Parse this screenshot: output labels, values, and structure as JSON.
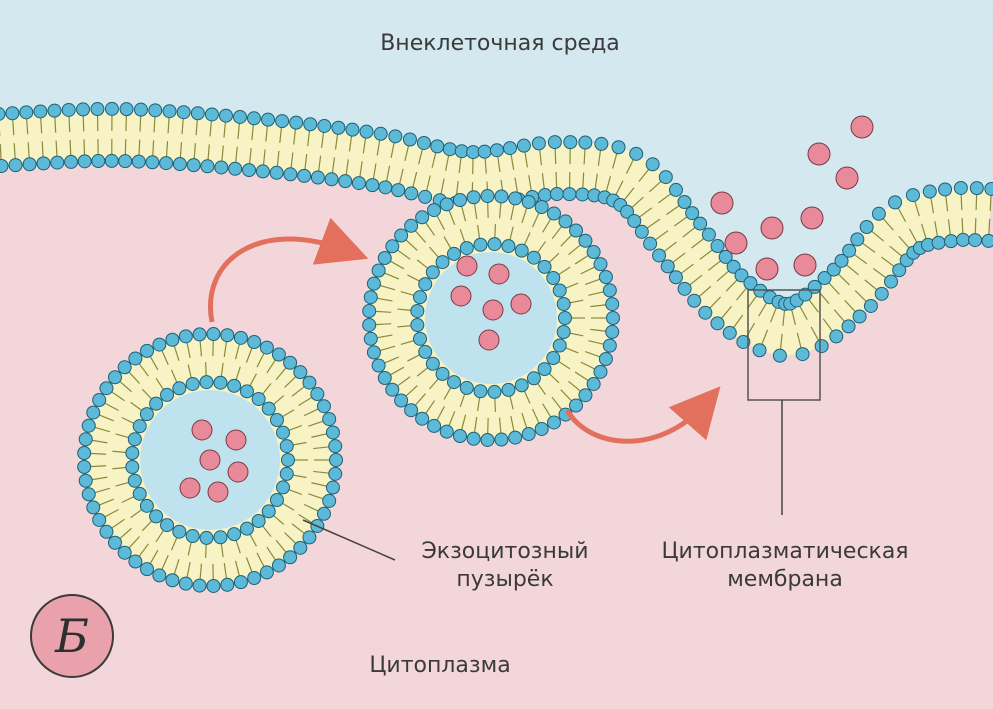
{
  "labels": {
    "extracellular": "Внеклеточная среда",
    "cytoplasm": "Цитоплазма",
    "vesicle_line1": "Экзоцитозный",
    "vesicle_line2": "пузырёк",
    "membrane_line1": "Цитоплазматическая",
    "membrane_line2": "мембрана"
  },
  "badge": "Б",
  "colors": {
    "extracellular": "#d3e8ef",
    "cytoplasm": "#f3d6d9",
    "lipid_head": "#5cbad8",
    "lipid_tail_band": "#f8f3c4",
    "lipid_tail_line": "#8a8a3c",
    "cargo": "#e98a9a",
    "arrow": "#e2705c",
    "vesicle_lumen": "#bfe3ee"
  }
}
